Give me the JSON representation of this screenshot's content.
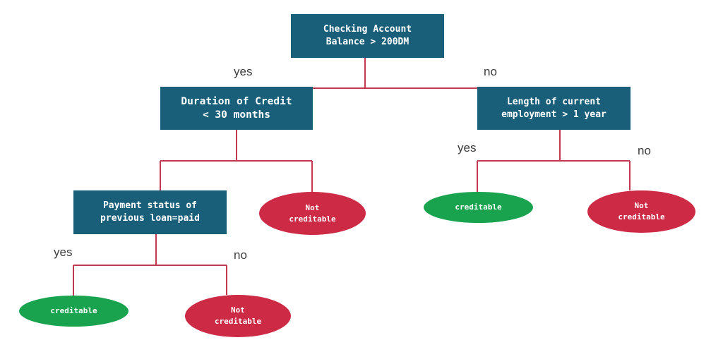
{
  "colors": {
    "decision_fill": "#1a5f7a",
    "creditable_fill": "#1aa34f",
    "not_creditable_fill": "#cc2a45",
    "connector": "#c2384f"
  },
  "nodes": {
    "root": "Checking Account\nBalance > 200DM",
    "duration": "Duration of Credit\n< 30 months",
    "employment": "Length of current\nemployment > 1 year",
    "payment": "Payment status of\nprevious loan=paid",
    "leaf_duration_no": "Not\ncreditable",
    "leaf_employment_yes": "creditable",
    "leaf_employment_no": "Not\ncreditable",
    "leaf_payment_yes": "creditable",
    "leaf_payment_no": "Not\ncreditable"
  },
  "edges": {
    "root_yes": "yes",
    "root_no": "no",
    "employment_yes": "yes",
    "employment_no": "no",
    "payment_yes": "yes",
    "payment_no": "no"
  }
}
